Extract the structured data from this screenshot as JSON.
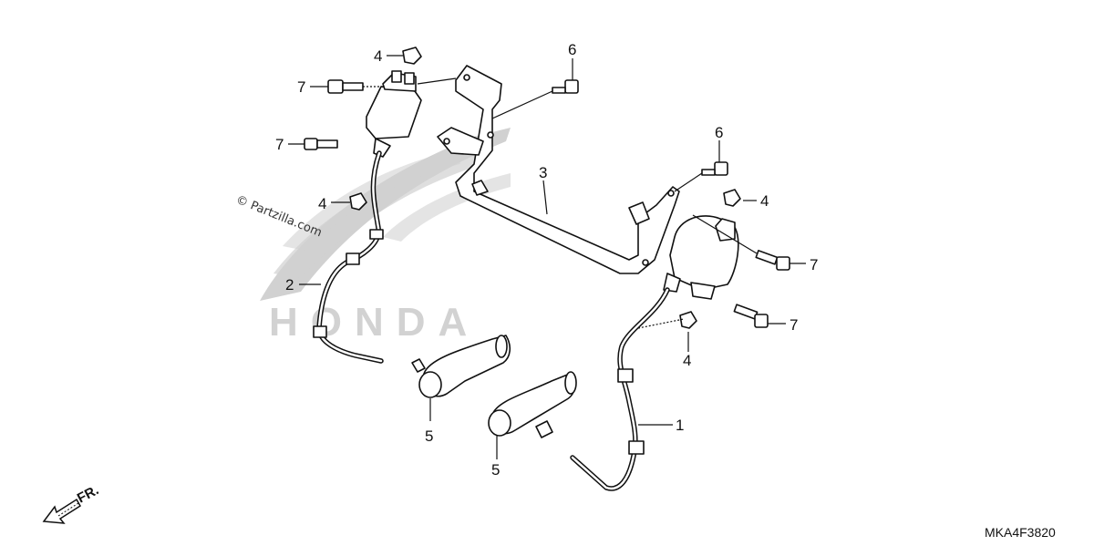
{
  "diagram_code": "MKA4F3820",
  "watermark": "© Partzilla.com",
  "brand_watermark": "HONDA",
  "direction_label": "FR.",
  "callouts": {
    "c1": "1",
    "c2": "2",
    "c3": "3",
    "c4a": "4",
    "c4b": "4",
    "c4c": "4",
    "c4d": "4",
    "c5a": "5",
    "c5b": "5",
    "c6a": "6",
    "c6b": "6",
    "c7a": "7",
    "c7b": "7",
    "c7c": "7",
    "c7d": "7"
  },
  "colors": {
    "ink": "#111111",
    "watermark": "#c9c9c9",
    "background": "#ffffff"
  }
}
